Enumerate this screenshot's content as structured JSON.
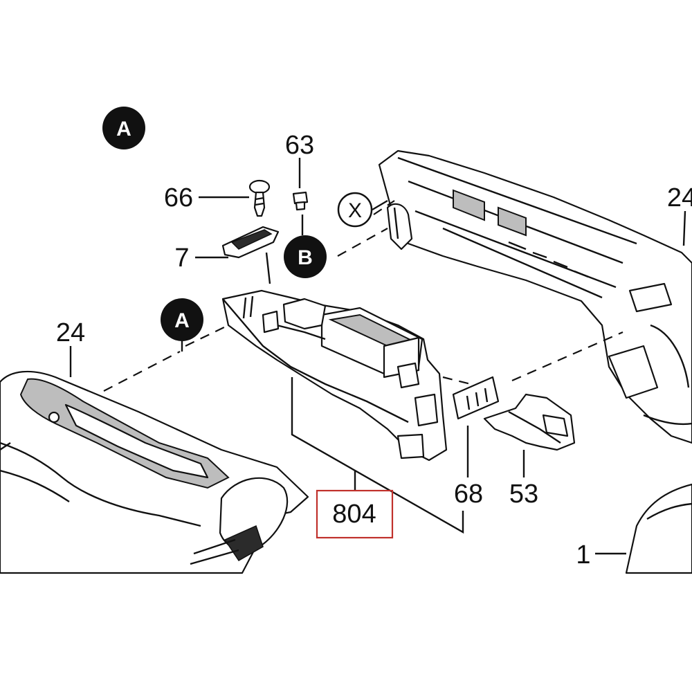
{
  "diagram": {
    "callouts": {
      "badge_a_top": "A",
      "badge_a_mid": "A",
      "badge_b": "B",
      "x_marker": "X"
    },
    "part_labels": {
      "p63": "63",
      "p66": "66",
      "p7": "7",
      "p24_left": "24",
      "p24_right": "24",
      "p68": "68",
      "p53": "53",
      "p1": "1",
      "p804": "804"
    },
    "highlight_color": "#c0302b"
  }
}
